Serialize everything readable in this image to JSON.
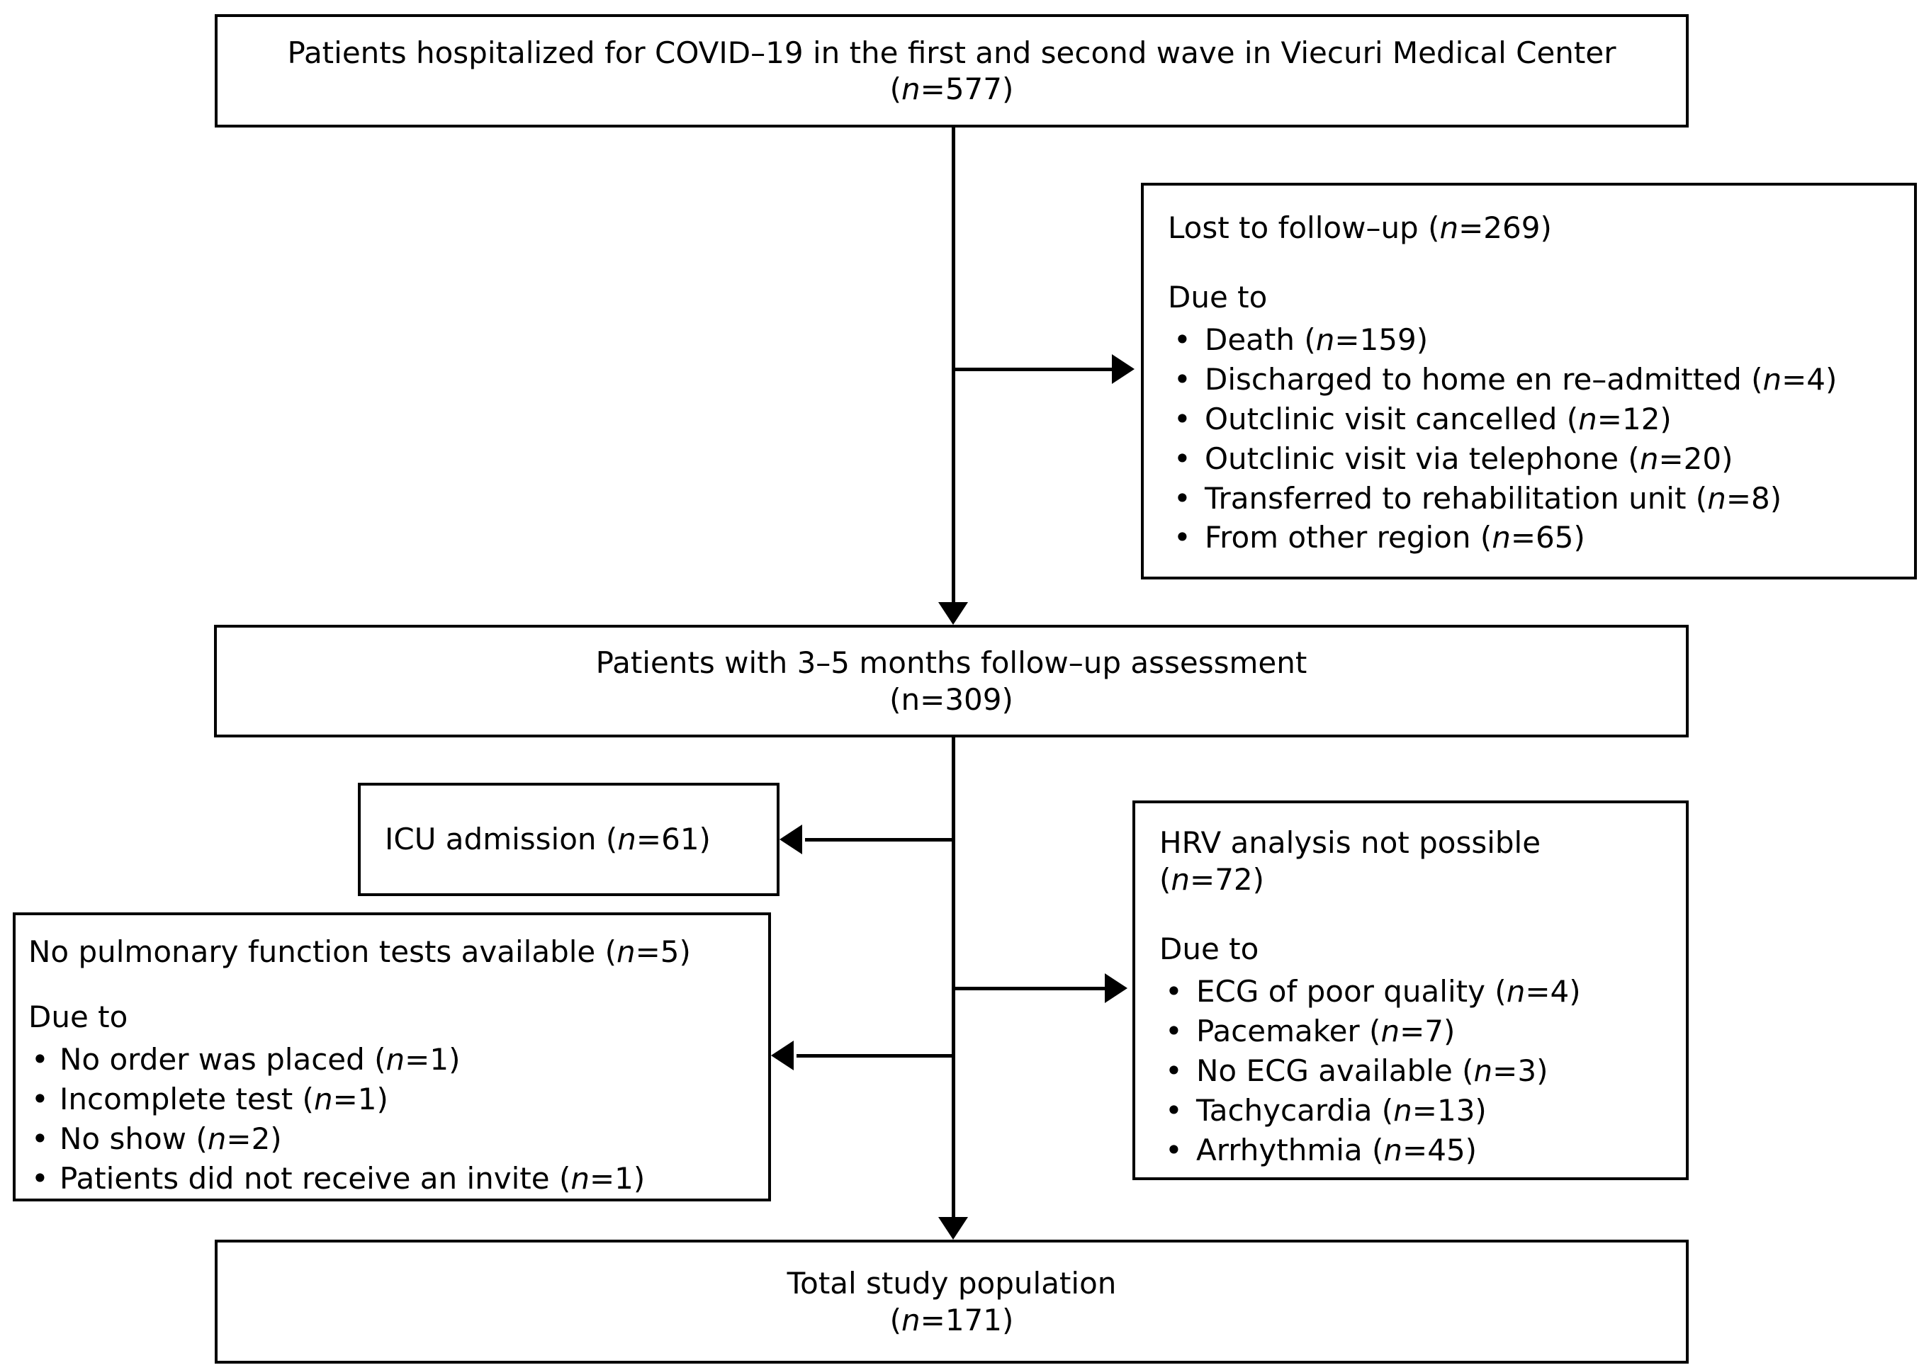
{
  "diagram": {
    "type": "patient-flow-chart",
    "boxes": {
      "enrolled": {
        "line1": "Patients hospitalized for COVID–19 in the first and second wave in Viecuri Medical Center",
        "line2": "(n=577)",
        "n": 577
      },
      "lost_to_followup": {
        "title": "Lost to follow–up (n=269)",
        "n": 269,
        "due_to_label": "Due to",
        "reasons": [
          {
            "label": "Death (n=159)",
            "n": 159
          },
          {
            "label": "Discharged to home en re–admitted (n=4)",
            "n": 4
          },
          {
            "label": "Outclinic visit cancelled (n=12)",
            "n": 12
          },
          {
            "label": "Outclinic visit via telephone (n=20)",
            "n": 20
          },
          {
            "label": "Transferred to rehabilitation unit (n=8)",
            "n": 8
          },
          {
            "label": "From other region (n=65)",
            "n": 65
          }
        ]
      },
      "followup_assessment": {
        "line1": "Patients with 3–5 months follow–up assessment",
        "line2": "(n=309)",
        "n": 309
      },
      "icu_admission": {
        "title": "ICU admission (n=61)",
        "n": 61
      },
      "no_pulmonary_tests": {
        "title": "No pulmonary function tests available (n=5)",
        "n": 5,
        "due_to_label": "Due to",
        "reasons": [
          {
            "label": "No order was placed (n=1)",
            "n": 1
          },
          {
            "label": "Incomplete test (n=1)",
            "n": 1
          },
          {
            "label": "No show (n=2)",
            "n": 2
          },
          {
            "label": "Patients did not receive an invite (n=1)",
            "n": 1
          }
        ]
      },
      "hrv_not_possible": {
        "title_line1": "HRV analysis not possible",
        "title_line2": "(n=72)",
        "n": 72,
        "due_to_label": "Due to",
        "reasons": [
          {
            "label": "ECG of poor quality (n=4)",
            "n": 4
          },
          {
            "label": "Pacemaker (n=7)",
            "n": 7
          },
          {
            "label": "No ECG available (n=3)",
            "n": 3
          },
          {
            "label": "Tachycardia (n=13)",
            "n": 13
          },
          {
            "label": "Arrhythmia (n=45)",
            "n": 45
          }
        ]
      },
      "total_population": {
        "line1": "Total study population",
        "line2": "(n=171)",
        "n": 171
      }
    },
    "bullet_glyph": "•",
    "colors": {
      "stroke": "#000000",
      "background": "#ffffff",
      "text": "#000000"
    }
  }
}
